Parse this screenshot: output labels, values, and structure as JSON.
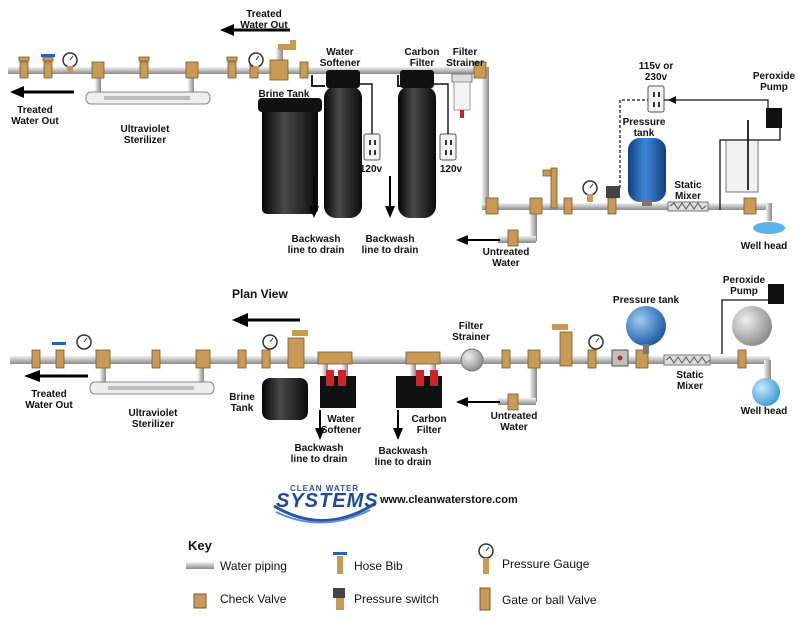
{
  "top": {
    "treated_water_out_top": "Treated\nWater Out",
    "treated_water_out_left": "Treated\nWater Out",
    "uv_sterilizer": "Ultraviolet\nSterilizer",
    "brine_tank": "Brine Tank",
    "water_softener": "Water\nSoftener",
    "carbon_filter": "Carbon\nFilter",
    "filter_strainer": "Filter\nStrainer",
    "voltage_softener": "120v",
    "voltage_carbon": "120v",
    "voltage_switch": "115v or\n230v",
    "pressure_tank": "Pressure\ntank",
    "peroxide_pump": "Peroxide\nPump",
    "static_mixer": "Static\nMixer",
    "well_head": "Well head",
    "untreated_water": "Untreated\nWater",
    "backwash_softener": "Backwash\nline to drain",
    "backwash_carbon": "Backwash\nline to drain"
  },
  "plan": {
    "title": "Plan View",
    "treated_water_out": "Treated\nWater Out",
    "uv_sterilizer": "Ultraviolet\nSterilizer",
    "brine_tank": "Brine\nTank",
    "water_softener": "Water\nSoftener",
    "carbon_filter": "Carbon\nFilter",
    "filter_strainer": "Filter\nStrainer",
    "pressure_tank": "Pressure tank",
    "peroxide_pump": "Peroxide\nPump",
    "static_mixer": "Static\nMixer",
    "well_head": "Well head",
    "untreated_water": "Untreated\nWater",
    "backwash_softener": "Backwash\nline to drain",
    "backwash_carbon": "Backwash\nline to drain"
  },
  "brand": {
    "line1": "CLEAN WATER",
    "line2": "SYSTEMS",
    "url": "www.cleanwaterstore.com"
  },
  "key": {
    "title": "Key",
    "water_piping": "Water piping",
    "check_valve": "Check Valve",
    "hose_bib": "Hose Bib",
    "pressure_switch": "Pressure switch",
    "pressure_gauge": "Pressure Gauge",
    "gate_valve": "Gate or ball Valve"
  },
  "colors": {
    "pipe": "#c9c9c9",
    "brass": "#c89a55",
    "tank_blue": "#1f5fa8",
    "tank_black": "#1a1a1a",
    "water_blue": "#5ab2e6",
    "hose_handle": "#2a5fb8",
    "switch_red": "#d0222a"
  },
  "icons": [
    "arrow-left-icon",
    "arrow-down-icon",
    "outlet-icon",
    "gauge-icon",
    "valve-icon",
    "hose-bib-icon",
    "check-valve-icon",
    "pressure-switch-icon"
  ]
}
